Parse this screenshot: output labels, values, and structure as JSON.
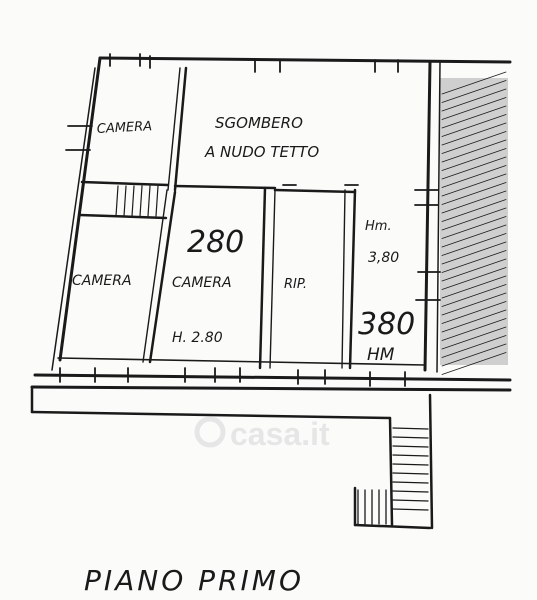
{
  "plan": {
    "rooms": {
      "camera_top": "CAMERA",
      "sgombero_line1": "SGOMBERO",
      "sgombero_line2": "A NUDO TETTO",
      "camera_left": "CAMERA",
      "camera_mid": "CAMERA",
      "rip": "RIP."
    },
    "heights": {
      "h280": "280",
      "h_camera": "H. 2.80",
      "hm_label": "Hm.",
      "hm_value": "3,80",
      "h380": "380",
      "hm_small": "HM"
    },
    "footer_title": "PIANO PRIMO",
    "watermark": "casa.it"
  },
  "colors": {
    "ink": "#1a1a1a",
    "paper": "#fbfbf9",
    "watermark": "#e6e6e6"
  }
}
